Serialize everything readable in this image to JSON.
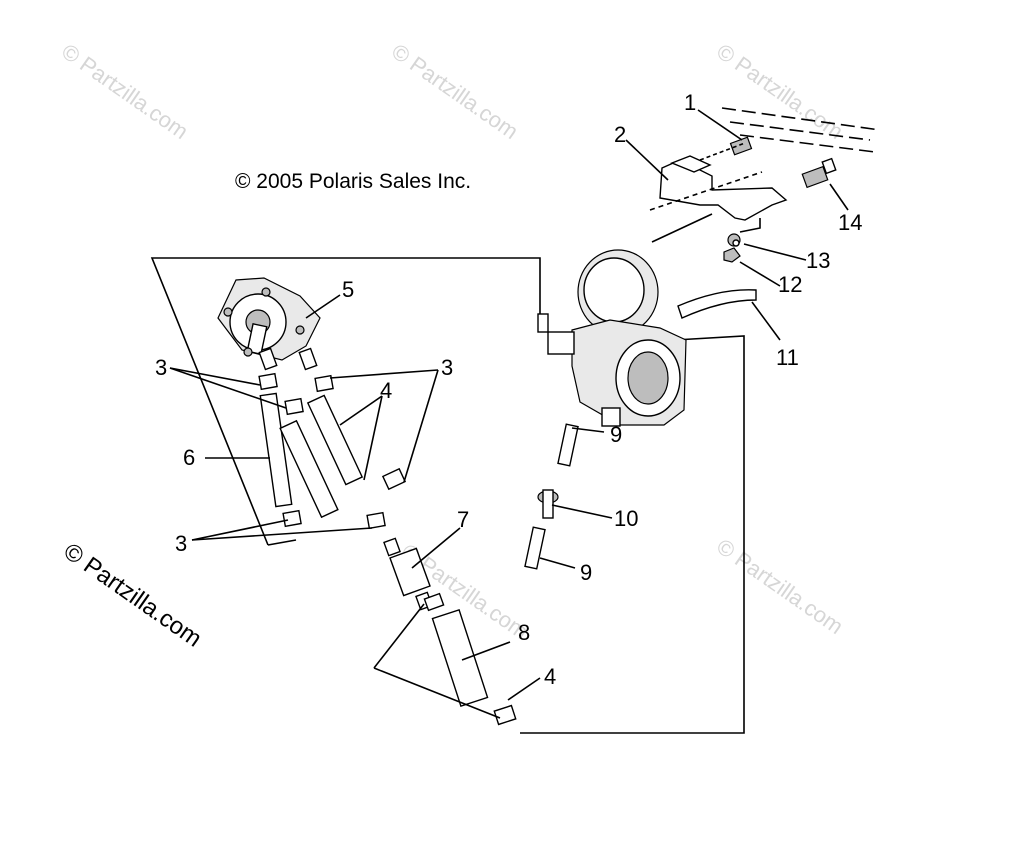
{
  "copyright": "© 2005 Polaris Sales Inc.",
  "watermark": "© Partzilla.com",
  "callouts": [
    "1",
    "2",
    "3",
    "3",
    "3",
    "4",
    "4",
    "5",
    "6",
    "7",
    "8",
    "9",
    "9",
    "10",
    "11",
    "12",
    "13",
    "14"
  ]
}
